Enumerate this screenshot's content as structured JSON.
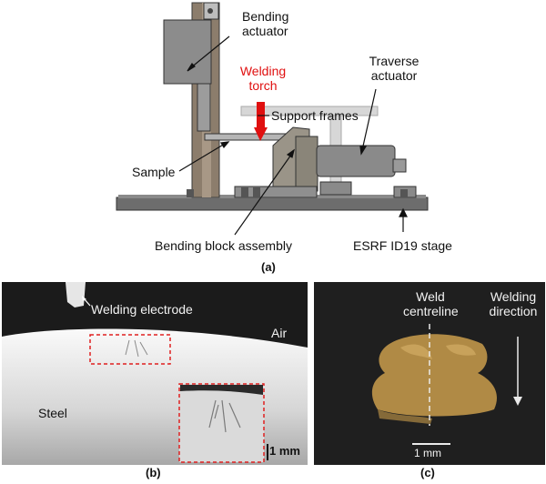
{
  "panel_a": {
    "labels": {
      "bending_actuator": "Bending\nactuator",
      "welding_torch": "Welding\ntorch",
      "traverse_actuator": "Traverse\nactuator",
      "support_frames": "Support frames",
      "sample": "Sample",
      "bending_block_assembly": "Bending block assembly",
      "stage": "ESRF ID19 stage"
    },
    "caption": "(a)"
  },
  "panel_b": {
    "labels": {
      "welding_electrode": "Welding electrode",
      "air": "Air",
      "steel": "Steel",
      "scale": "1 mm"
    },
    "caption": "(b)"
  },
  "panel_c": {
    "labels": {
      "weld_centreline": "Weld\ncentreline",
      "welding_direction": "Welding\ndirection",
      "scale": "1 mm"
    },
    "caption": "(c)"
  },
  "colors": {
    "torch": "#e01010",
    "dashed_box": "#e02020",
    "weld_pool": "#b08a45"
  }
}
